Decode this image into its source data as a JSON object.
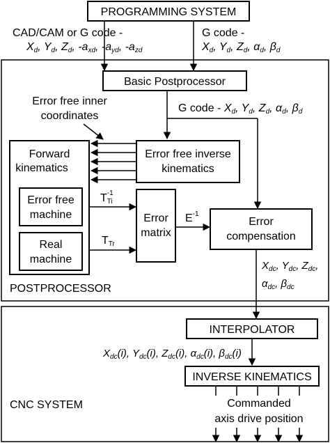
{
  "blocks": {
    "programming_system": "PROGRAMMING SYSTEM",
    "basic_postprocessor": "Basic Postprocessor",
    "forward_kinematics": [
      "Forward",
      "kinematics"
    ],
    "error_free_inverse_kinematics": [
      "Error free inverse",
      "kinematics"
    ],
    "error_free_machine": [
      "Error free",
      "machine"
    ],
    "real_machine": [
      "Real",
      "machine"
    ],
    "error_matrix": [
      "Error",
      "matrix"
    ],
    "error_compensation": [
      "Error",
      "compensation"
    ],
    "interpolator": "INTERPOLATOR",
    "inverse_kinematics": "INVERSE KINEMATICS"
  },
  "regions": {
    "postprocessor": "POSTPROCESSOR",
    "cnc_system": "CNC SYSTEM"
  },
  "labels": {
    "cadcam_line1": "CAD/CAM or G code -",
    "cadcam_line2": "Xd, Yd, Zd, -axd, -ayd, -azd",
    "gcode_line1": "G code -",
    "gcode_line2": "Xd, Yd, Zd, αd, βd",
    "basic_output": "G code - Xd, Yd, Zd, αd, βd",
    "inner_coords": [
      "Error free inner",
      "coordinates"
    ],
    "t_ti": "TTi-1",
    "t_tr": "TTr",
    "e_inv": "E-1",
    "comp_output_line1": "Xdc, Ydc, Zdc,",
    "comp_output_line2": "αdc, βdc",
    "interp_output": "Xdc(i), Ydc(i), Zdc(i), αdc(i), βdc(i)",
    "commanded": [
      "Commanded",
      "axis drive position"
    ]
  }
}
